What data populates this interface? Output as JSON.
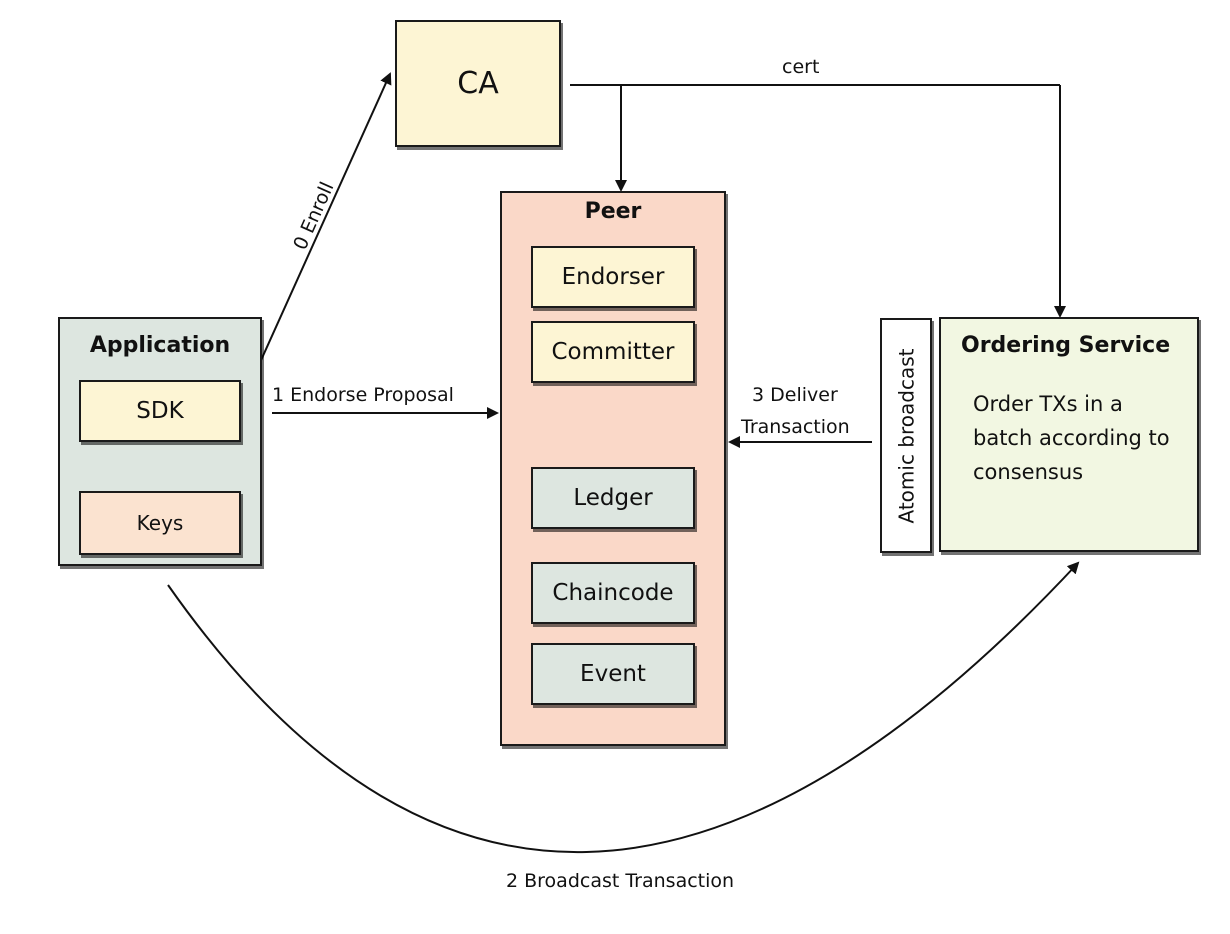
{
  "ca": {
    "label": "CA"
  },
  "peer": {
    "title": "Peer",
    "components": [
      "Endorser",
      "Committer",
      "Ledger",
      "Chaincode",
      "Event"
    ]
  },
  "application": {
    "title": "Application",
    "sdk": "SDK",
    "keys": "Keys"
  },
  "ordering": {
    "atomic": "Atomic broadcast",
    "title": "Ordering Service",
    "description": "Order TXs in a batch according to consensus"
  },
  "edges": {
    "enroll": "0 Enroll",
    "endorse": "1 Endorse Proposal",
    "broadcast": "2 Broadcast Transaction",
    "deliver_line1": "3 Deliver",
    "deliver_line2": "Transaction",
    "cert": "cert"
  }
}
